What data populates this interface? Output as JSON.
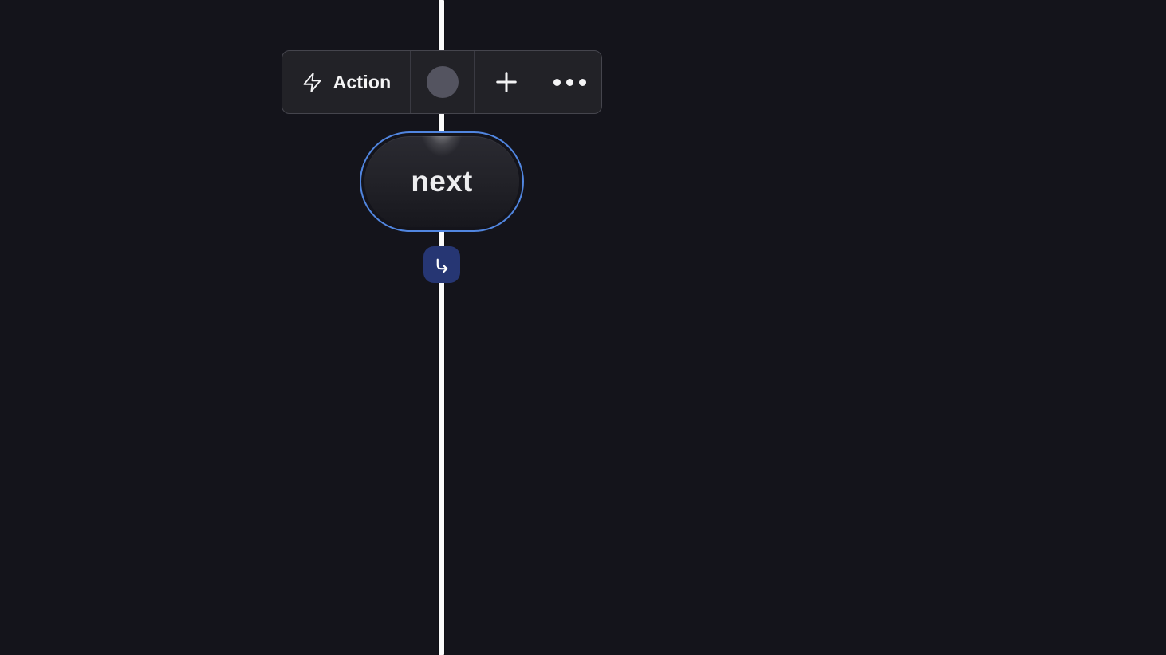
{
  "canvas": {
    "kind": "workflow-editor-canvas",
    "background_color": "#14141b",
    "edge_line_color": "#fafafa"
  },
  "edge_toolbar": {
    "action_label": "Action",
    "items": [
      {
        "name": "add-action",
        "label": "Action",
        "icon": "zap-icon"
      },
      {
        "name": "color-swatch",
        "icon": "circle-swatch",
        "swatch_color": "#545460"
      },
      {
        "name": "add-step",
        "icon": "plus-icon"
      },
      {
        "name": "more-options",
        "icon": "ellipsis-icon"
      }
    ],
    "background_color": "#222227",
    "border_color": "#45454d"
  },
  "node": {
    "label": "next",
    "selected": true,
    "ring_color": "#5186e0"
  },
  "branch_button": {
    "icon": "corner-down-right-icon",
    "background_color": "#263673"
  }
}
